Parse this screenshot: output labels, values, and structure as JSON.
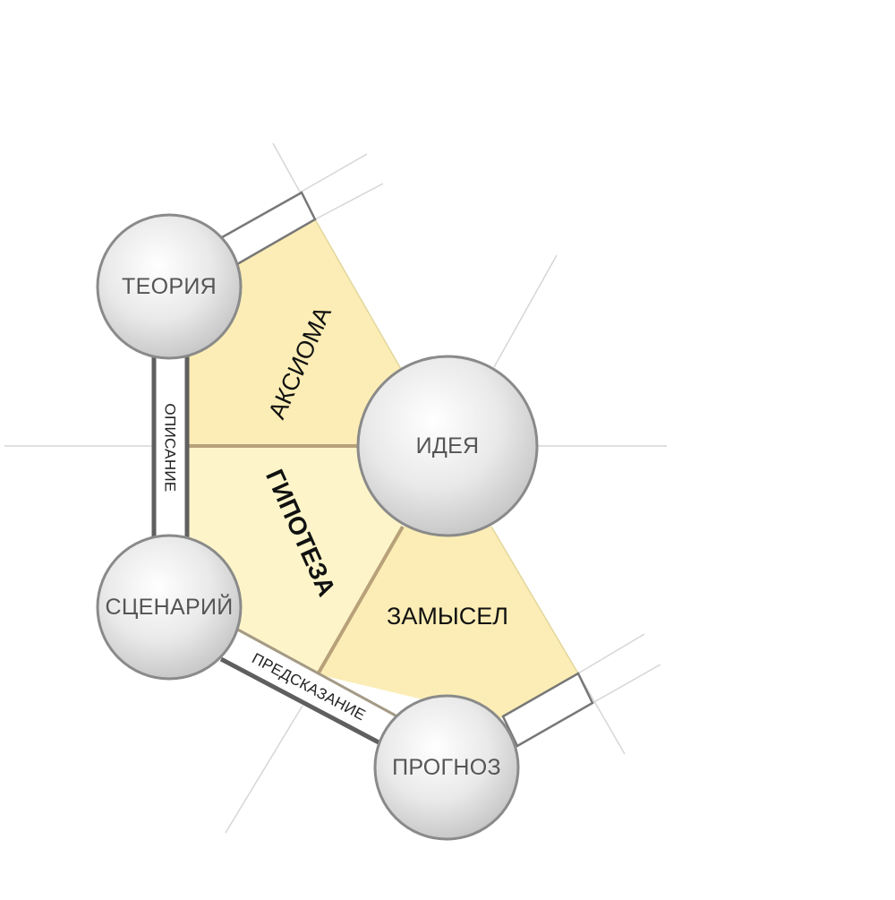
{
  "diagram": {
    "nodes": {
      "theory": "ТЕОРИЯ",
      "idea": "ИДЕЯ",
      "scenario": "СЦЕНАРИЙ",
      "forecast": "ПРОГНОЗ"
    },
    "regions": {
      "axiom": "АКСИОМА",
      "hypothesis": "ГИПОТЕЗА",
      "concept": "ЗАМЫСЕЛ"
    },
    "bands": {
      "description": "ОПИСАНИЕ",
      "prediction": "ПРЕДСКАЗАНИЕ"
    },
    "colors": {
      "region_dark": "#fbedb5",
      "region_light": "#fdf5c9",
      "divider": "#b8a17a",
      "node_stroke": "#8a8a8a",
      "band_stroke": "#5f5f5f"
    }
  }
}
